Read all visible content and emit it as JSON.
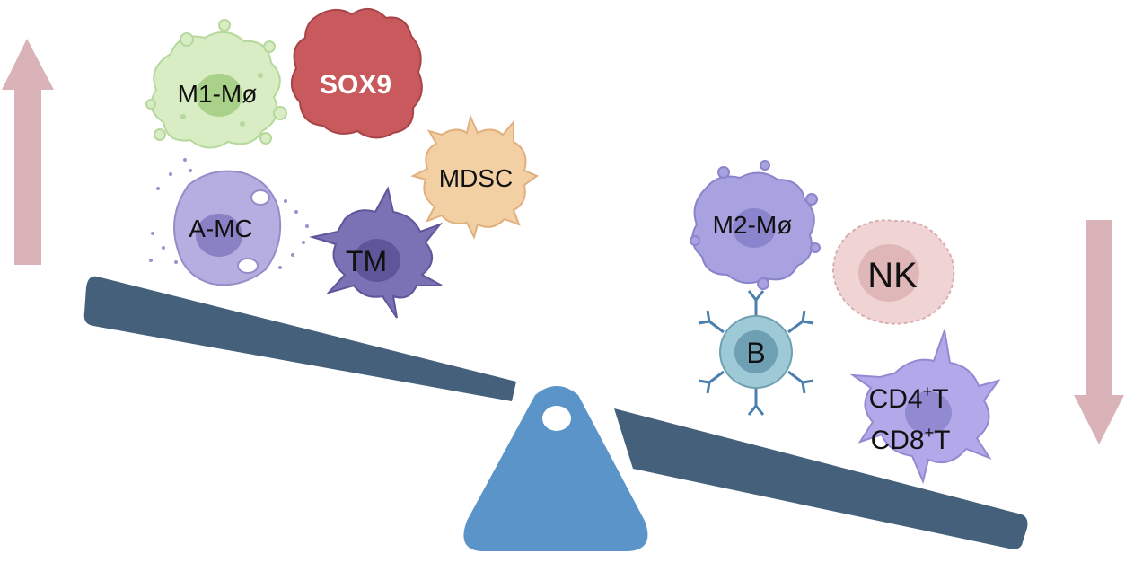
{
  "colors": {
    "arrow": "#d9b3b8",
    "beam": "#44607a",
    "fulcrum": "#5a94c9",
    "m1_cell": "#d8edc4",
    "m1_nucleus": "#a9d18a",
    "sox9": "#c85a5e",
    "mdsc": "#f3cfa4",
    "amc": "#b6aee0",
    "tm": "#7a72b4",
    "m2": "#a8a2e0",
    "nk": "#f0d3d3",
    "b_cell": "#9ecad8",
    "t_cell": "#b2a8ea",
    "antibody": "#4a7fae"
  },
  "icons": {
    "up_arrow": "arrow-up-icon",
    "down_arrow": "arrow-down-icon",
    "antibody": "antibody-icon"
  },
  "labels": {
    "m1": "M1-Mø",
    "sox9": "SOX9",
    "mdsc": "MDSC",
    "amc": "A-MC",
    "tm": "TM",
    "m2": "M2-Mø",
    "nk": "NK",
    "b": "B",
    "cd4_main": "CD4",
    "cd4_sup": "+",
    "cd4_end": "T",
    "cd8_main": "CD8",
    "cd8_sup": "+",
    "cd8_end": "T"
  }
}
